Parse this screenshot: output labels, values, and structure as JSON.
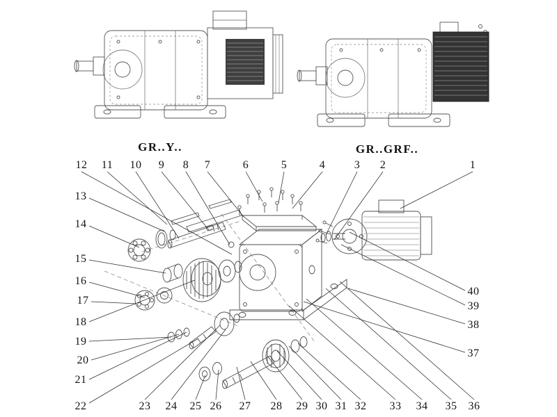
{
  "figure": {
    "top_left_label": "GR..Y..",
    "top_right_label": "GR..GRF.."
  },
  "callouts": {
    "top_row": [
      "12",
      "11",
      "10",
      "9",
      "8",
      "7",
      "6",
      "5",
      "4",
      "3",
      "2",
      "1"
    ],
    "left_column": [
      "13",
      "14",
      "15",
      "16",
      "17",
      "18",
      "19",
      "20",
      "21",
      "22"
    ],
    "bottom_row": [
      "23",
      "24",
      "25",
      "26",
      "27",
      "28",
      "29",
      "30",
      "31",
      "32",
      "33",
      "34",
      "35",
      "36"
    ],
    "right_column": [
      "40",
      "39",
      "38",
      "37"
    ]
  }
}
